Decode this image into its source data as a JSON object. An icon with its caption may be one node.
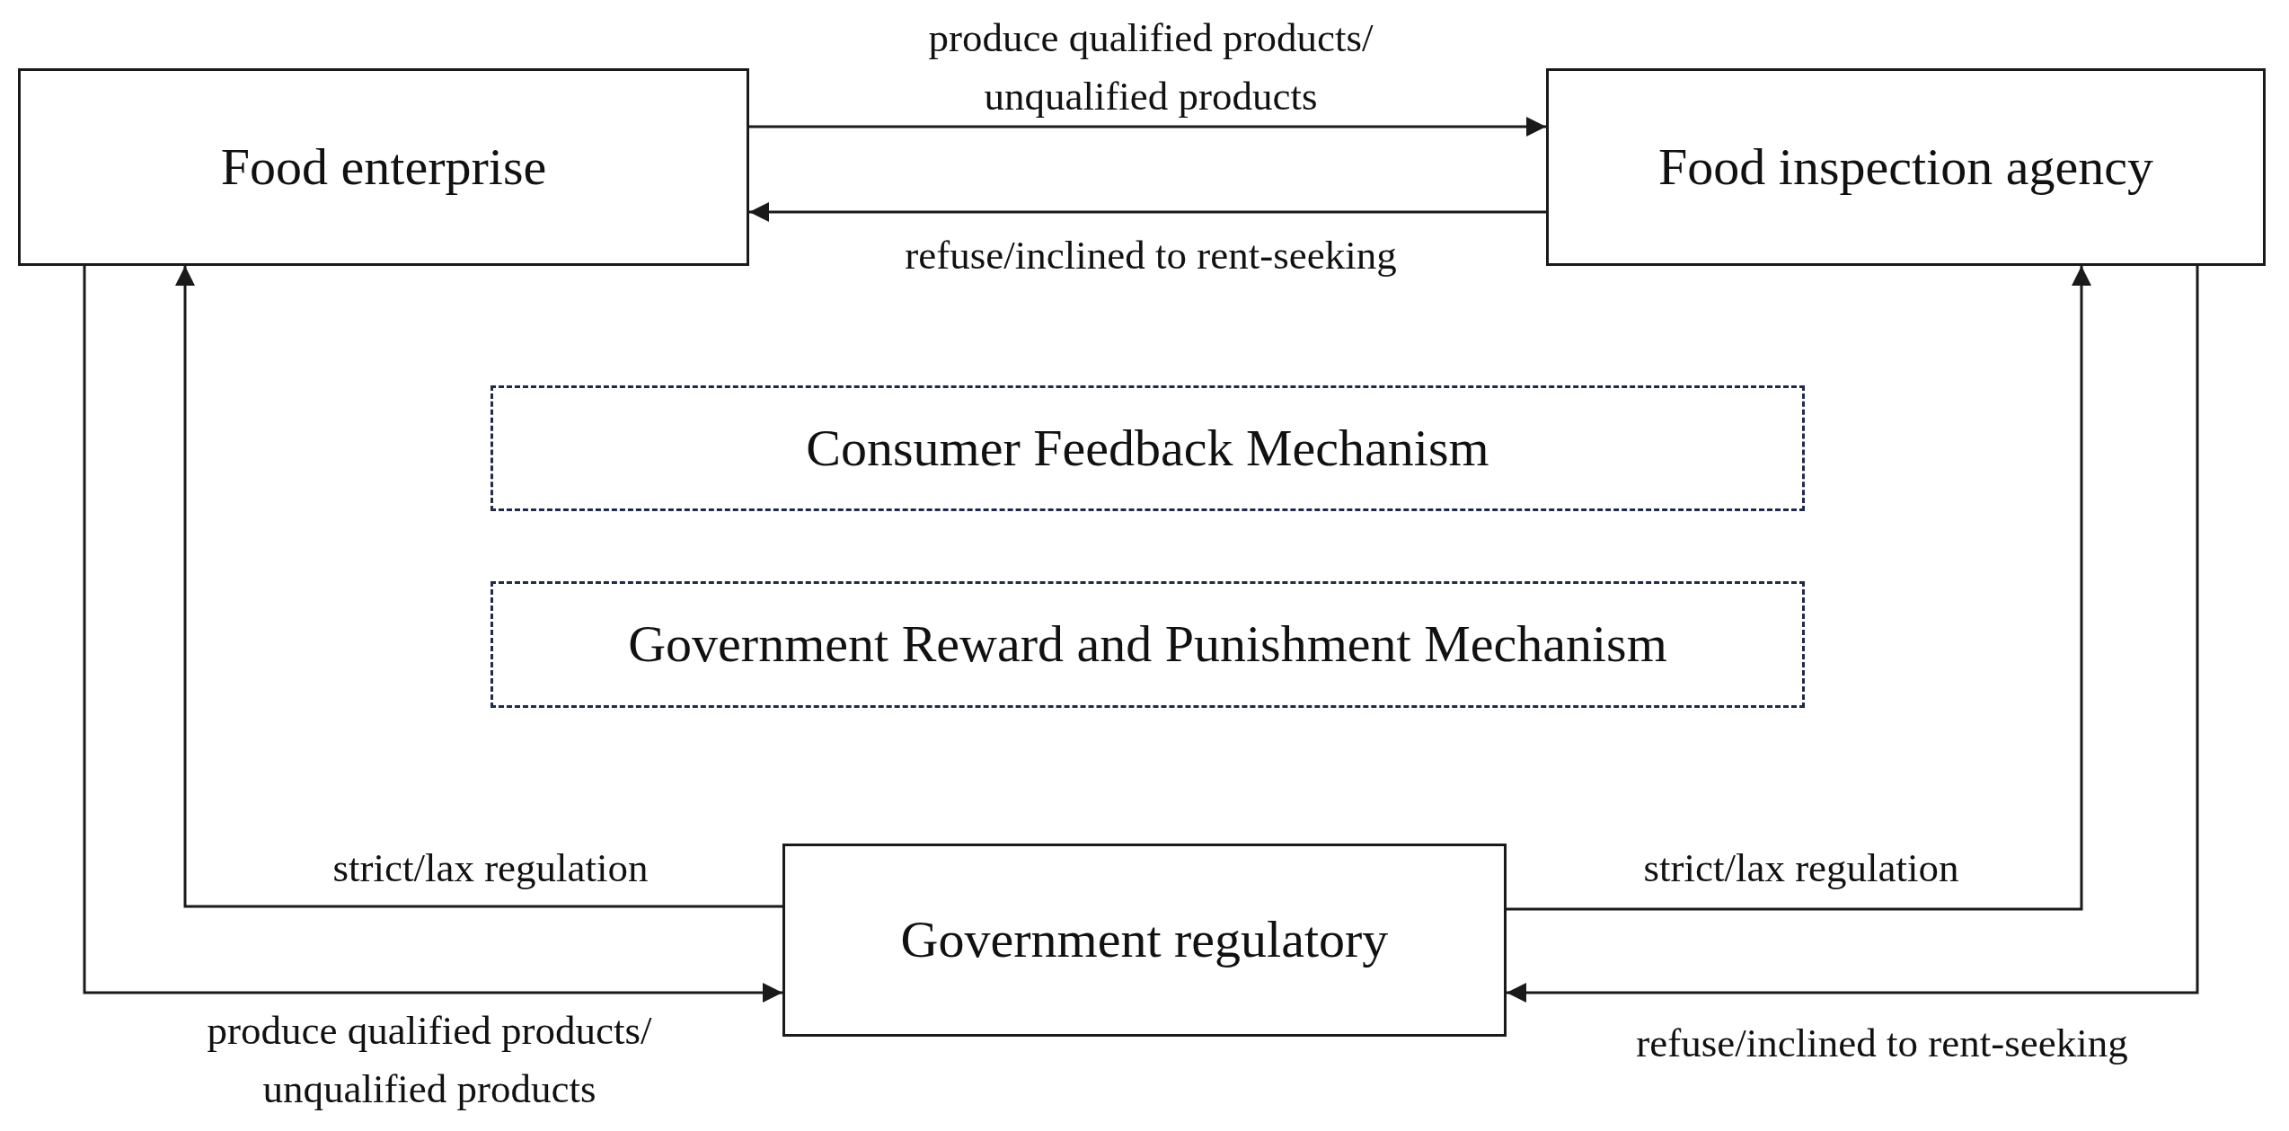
{
  "diagram": {
    "nodes": [
      {
        "text": [
          "Food enterprise"
        ]
      },
      {
        "text": [
          "Food inspection agency"
        ]
      },
      {
        "text": [
          "Consumer Feedback Mechanism"
        ]
      },
      {
        "text": [
          "Government Reward and Punishment Mechanism"
        ]
      },
      {
        "text": [
          "Government regulatory"
        ]
      }
    ],
    "edges": [
      {
        "from": 0,
        "to": 1,
        "arrow": "to",
        "label": "produce qualified products/ unqualified products"
      },
      {
        "from": 1,
        "to": 0,
        "arrow": "to",
        "label": "refuse/inclined to rent-seeking"
      },
      {
        "from": 4,
        "to": 0,
        "arrow": "to",
        "label": "strict/lax regulation"
      },
      {
        "from": 4,
        "to": 1,
        "arrow": "to",
        "label": "strict/lax regulation"
      },
      {
        "from": 0,
        "to": 4,
        "arrow": "to",
        "label": "produce qualified products/ unqualified products"
      },
      {
        "from": 1,
        "to": 4,
        "arrow": "to",
        "label": "refuse/inclined to rent-seeking"
      }
    ]
  }
}
